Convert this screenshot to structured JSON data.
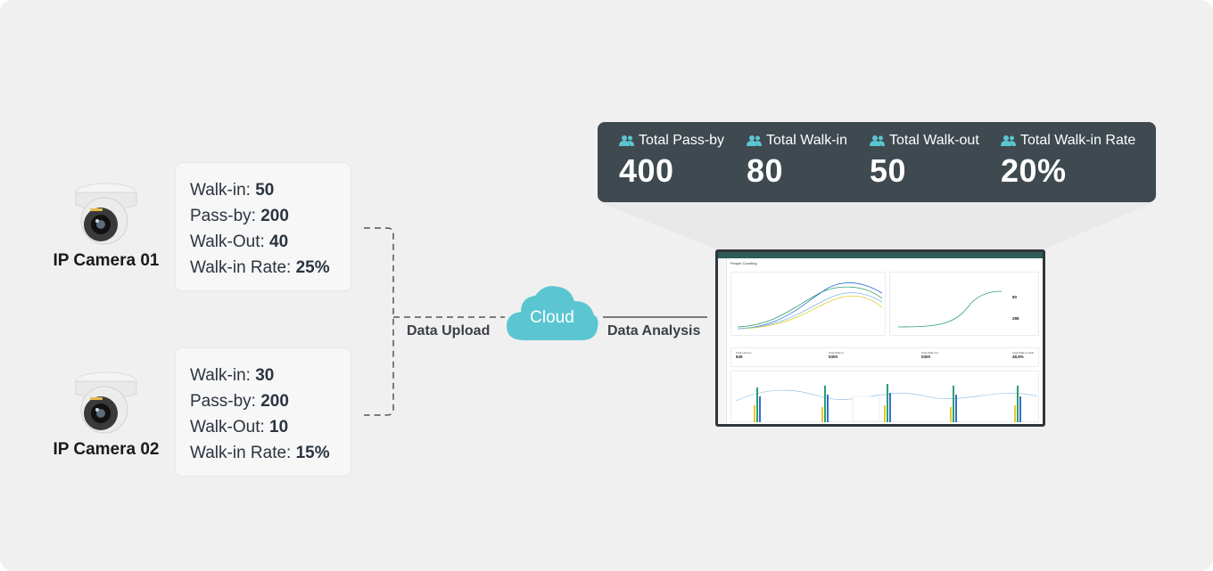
{
  "cameras": [
    {
      "label": "IP Camera 01",
      "stats": [
        {
          "label": "Walk-in: ",
          "value": "50"
        },
        {
          "label": "Pass-by: ",
          "value": "200"
        },
        {
          "label": "Walk-Out: ",
          "value": "40"
        },
        {
          "label": "Walk-in Rate: ",
          "value": "25%"
        }
      ]
    },
    {
      "label": "IP Camera 02",
      "stats": [
        {
          "label": "Walk-in: ",
          "value": "30"
        },
        {
          "label": "Pass-by: ",
          "value": "200"
        },
        {
          "label": "Walk-Out: ",
          "value": "10"
        },
        {
          "label": "Walk-in Rate: ",
          "value": "15%"
        }
      ]
    }
  ],
  "connectors": {
    "upload_label": "Data Upload",
    "analysis_label": "Data Analysis"
  },
  "cloud": {
    "label": "Cloud",
    "color": "#5bc6d2"
  },
  "totals": {
    "background": "#3e4a4f",
    "icon": "people-icon",
    "icon_color": "#5bc6d2",
    "items": [
      {
        "label": "Total Pass-by",
        "value": "400"
      },
      {
        "label": "Total Walk-in",
        "value": "80"
      },
      {
        "label": "Total Walk-out",
        "value": "50"
      },
      {
        "label": "Total Walk-in Rate",
        "value": "20%"
      }
    ]
  },
  "dashboard": {
    "title": "People Counting",
    "kpis": [
      {
        "label": "Total pass-by",
        "value": "845"
      },
      {
        "label": "Total Walk-in",
        "value": "5300"
      },
      {
        "label": "Total Walk-out",
        "value": "5300"
      },
      {
        "label": "Total Walk-in Rate",
        "value": "48.8%"
      }
    ],
    "side_values": [
      "80",
      "288"
    ],
    "series_colors": [
      "#2e9e6b",
      "#2f6fd6",
      "#e6c829",
      "#7fb8e8"
    ]
  }
}
